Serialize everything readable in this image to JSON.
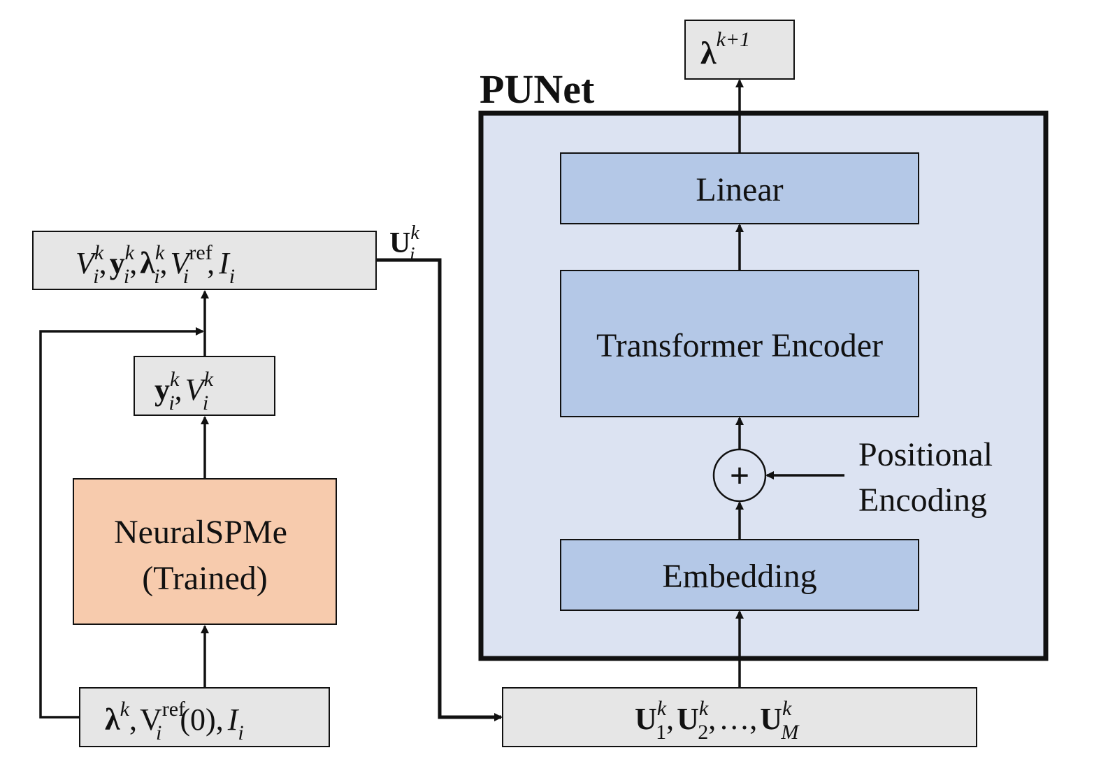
{
  "colors": {
    "gray_box": "#e6e6e6",
    "orange_box": "#f7cbad",
    "blue_inner": "#b4c8e7",
    "blue_panel": "#dce3f2",
    "stroke": "#111111"
  },
  "punet": {
    "title": "PUNet",
    "linear": "Linear",
    "transformer": "Transformer Encoder",
    "embedding": "Embedding",
    "positional_line1": "Positional",
    "positional_line2": "Encoding",
    "plus": "+"
  },
  "neural": {
    "line1": "NeuralSPMe",
    "line2": "(Trained)"
  },
  "symbols": {
    "lambda": "λ",
    "V": "V",
    "y": "y",
    "U": "U",
    "I": "I",
    "V_upright": "V",
    "i": "i",
    "k": "k",
    "ref": "ref",
    "k_plus_1": "k+1",
    "one": "1",
    "two": "2",
    "M": "M",
    "zero_paren": "(0)",
    "comma": ",",
    "ellipsis": "…"
  }
}
